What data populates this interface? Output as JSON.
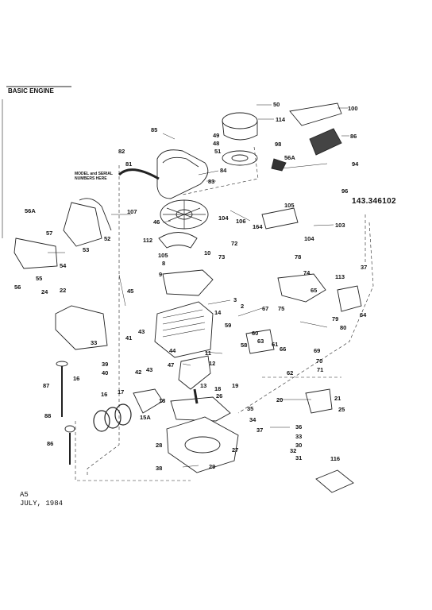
{
  "header": {
    "section_title": "BASIC ENGINE",
    "model_number": "143.346102"
  },
  "callout_note": [
    "MODEL and SERIAL",
    "NUMBERS HERE"
  ],
  "footer": {
    "page_code": "A5",
    "date": "JULY, 1984"
  },
  "part_labels": [
    "50",
    "100",
    "114",
    "85",
    "86",
    "82",
    "49",
    "48",
    "51",
    "81",
    "98",
    "56A",
    "94",
    "84",
    "83",
    "96",
    "107",
    "105",
    "103",
    "104",
    "164",
    "106",
    "104",
    "56A",
    "57",
    "52",
    "46",
    "112",
    "72",
    "53",
    "54",
    "55",
    "56",
    "105",
    "8",
    "10",
    "73",
    "78",
    "37",
    "74",
    "113",
    "24",
    "22",
    "45",
    "9",
    "3",
    "2",
    "67",
    "75",
    "64",
    "65",
    "79",
    "80",
    "43",
    "14",
    "59",
    "39",
    "41",
    "40",
    "44",
    "42",
    "43",
    "11",
    "12",
    "47",
    "60",
    "58",
    "63",
    "61",
    "66",
    "69",
    "70",
    "71",
    "62",
    "33",
    "87",
    "16",
    "16",
    "17",
    "18",
    "15A",
    "18",
    "19",
    "13",
    "20",
    "21",
    "25",
    "35",
    "34",
    "37",
    "36",
    "33",
    "32",
    "30",
    "31",
    "88",
    "86",
    "26",
    "28",
    "27",
    "38",
    "29",
    "116"
  ]
}
